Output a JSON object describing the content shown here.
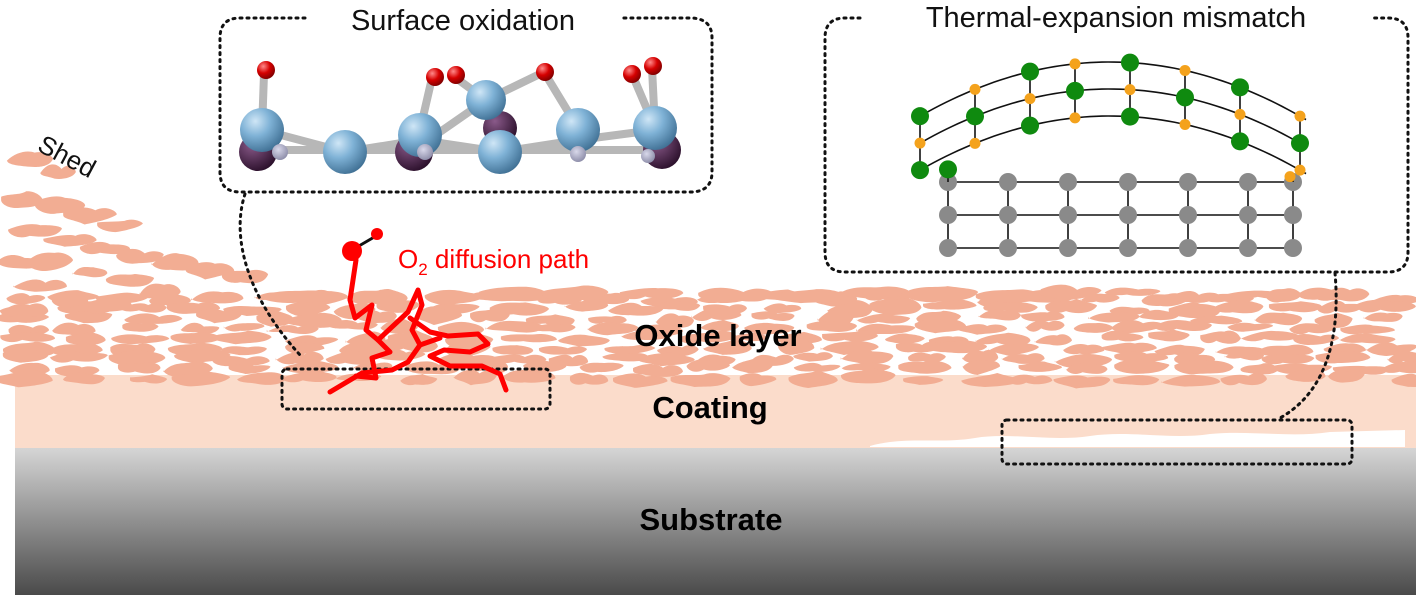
{
  "labels": {
    "surface_oxidation": "Surface oxidation",
    "thermal_mismatch": "Thermal-expansion mismatch",
    "shed": "Shed",
    "o2_prefix": "O",
    "o2_subscript": "2",
    "o2_suffix": " diffusion path",
    "oxide_layer": "Oxide layer",
    "coating": "Coating",
    "substrate": "Substrate"
  },
  "colors": {
    "flake": "#f2ad93",
    "coating": "#fbdccb",
    "substrate_top": "#d4d4d4",
    "substrate_bottom": "#454545",
    "path": "#ff0000",
    "oxygen_atom": "#d30000",
    "metal_atom": "#6fa3c8",
    "dark_atom": "#4a1f4a",
    "lattice_green": "#0f8a0f",
    "lattice_orange": "#f4a21c",
    "lattice_gray": "#8a8a8a"
  }
}
